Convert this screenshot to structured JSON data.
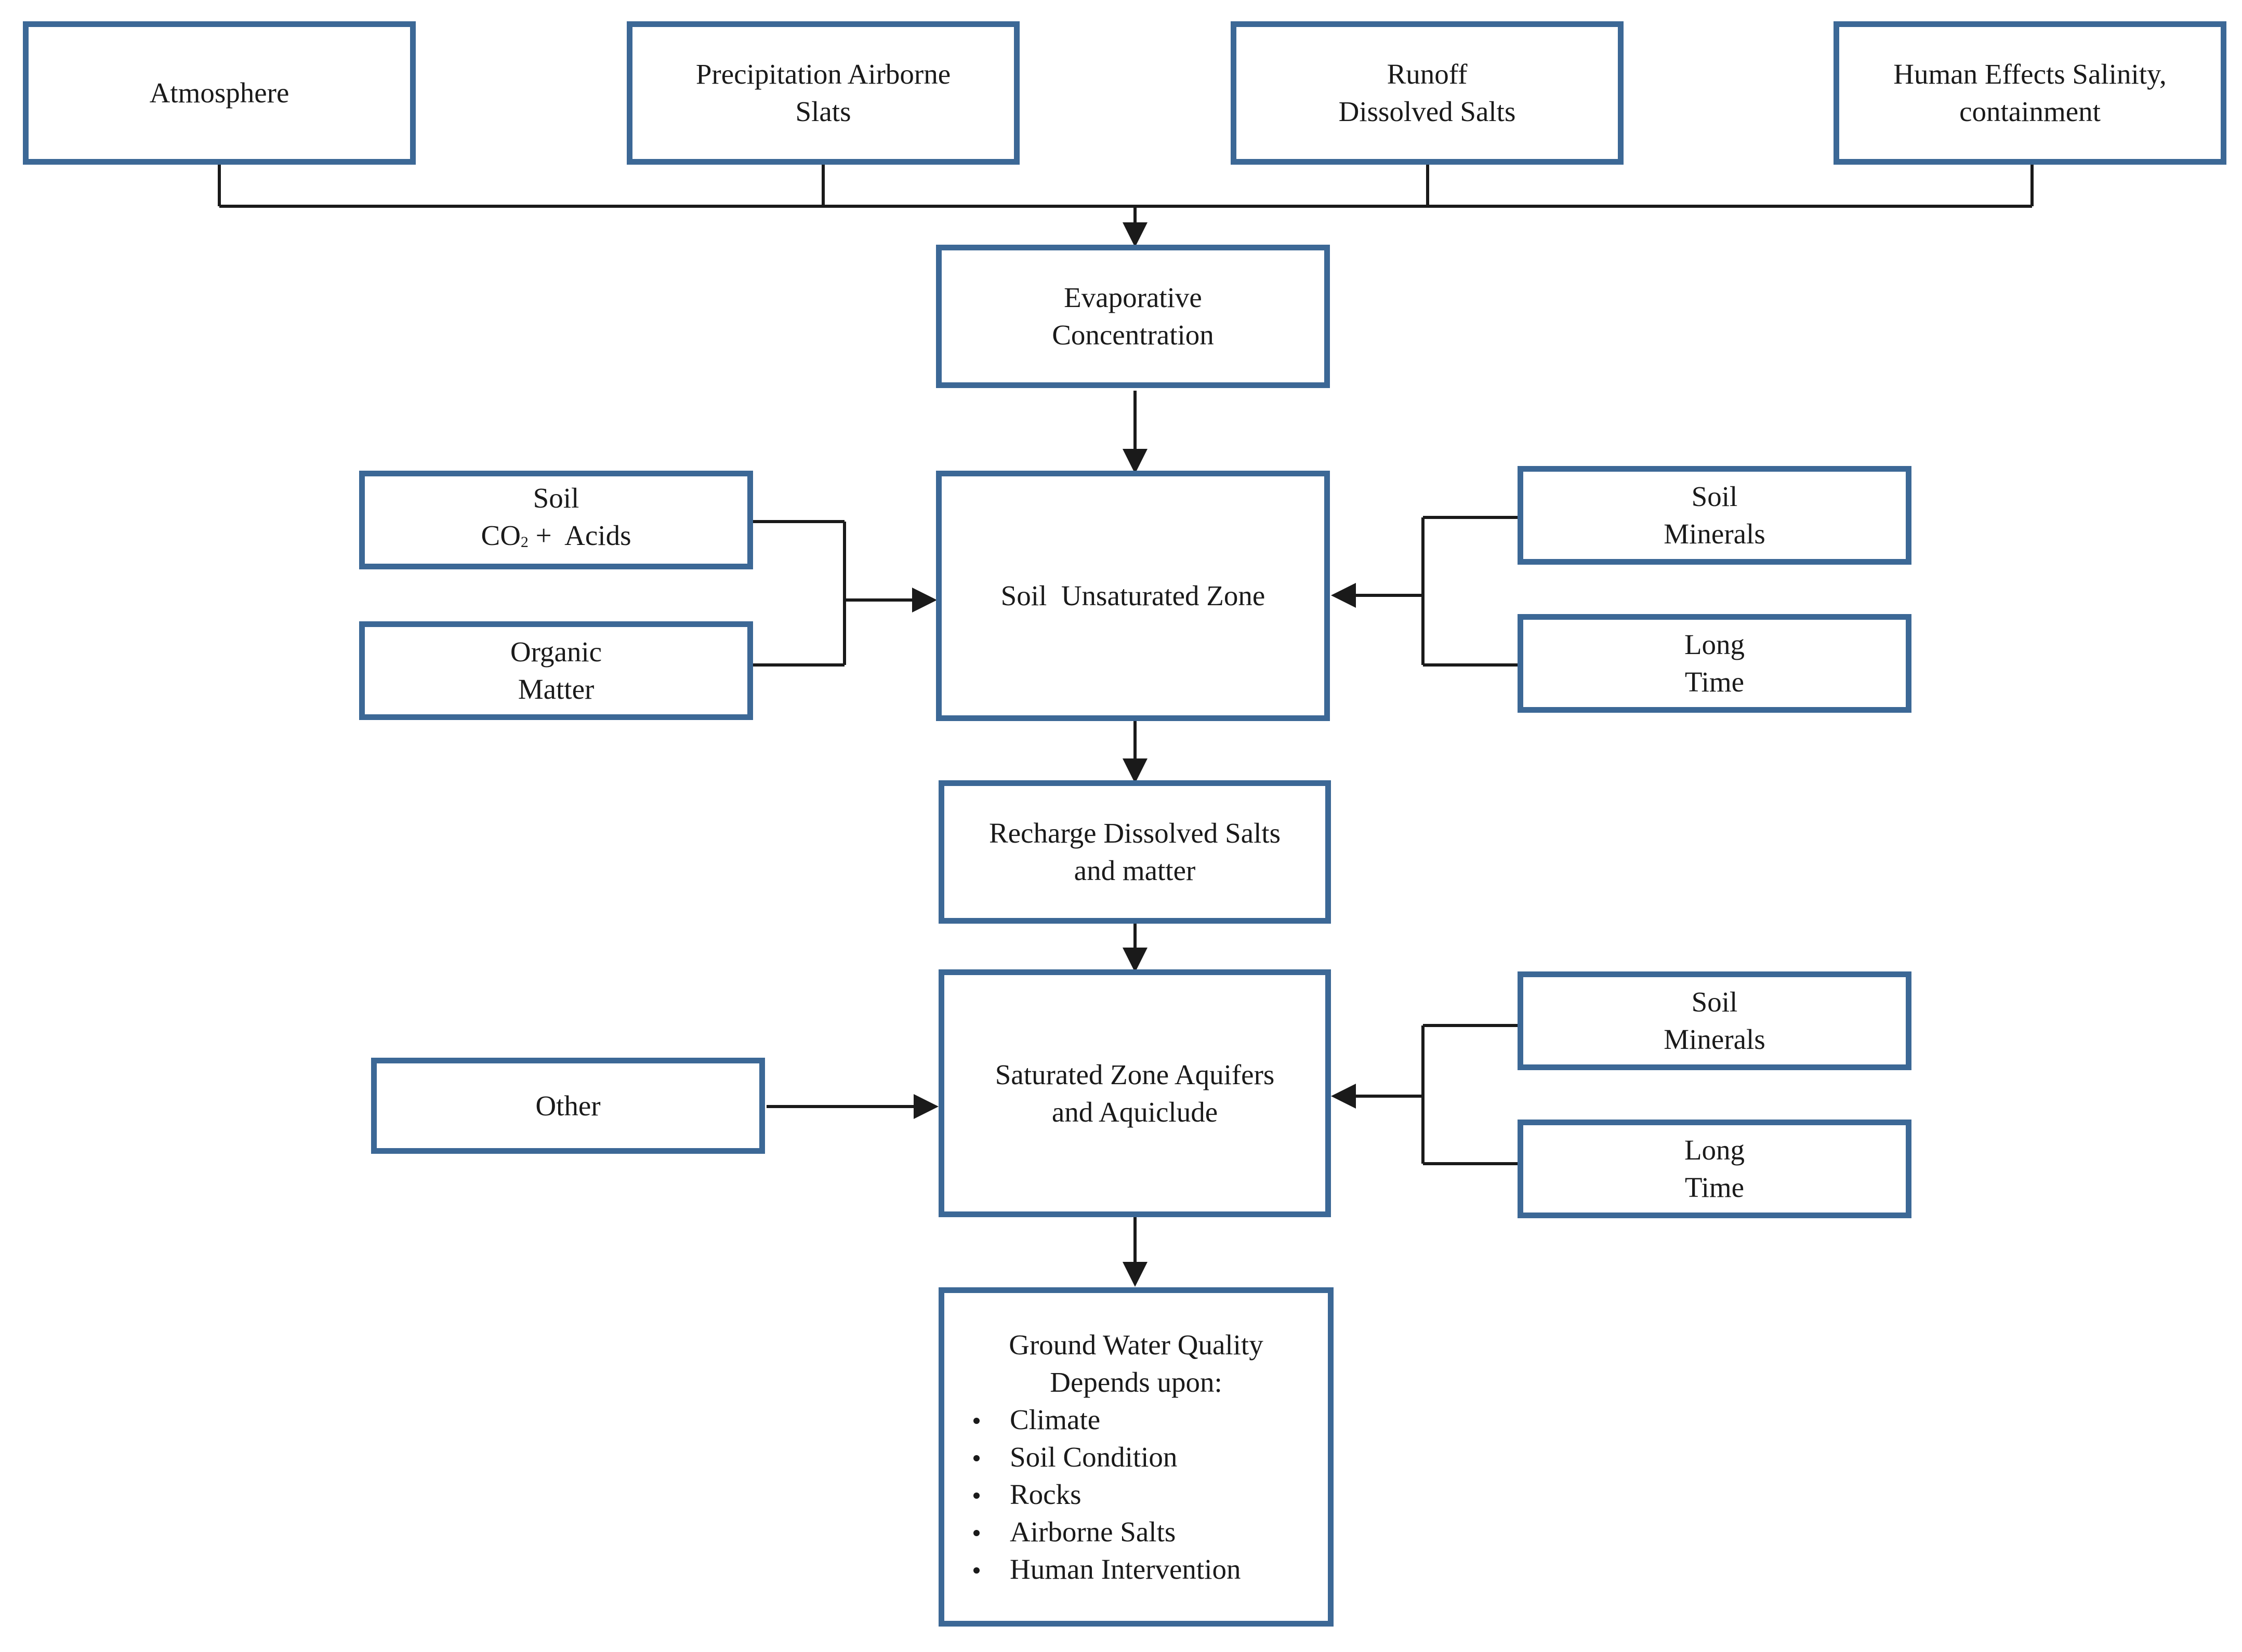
{
  "boxes": {
    "atmosphere": {
      "line1": "Atmosphere"
    },
    "precipitation": {
      "line1": "Precipitation Airborne",
      "line2": "Slats"
    },
    "runoff": {
      "line1": "Runoff",
      "line2": "Dissolved Salts"
    },
    "human_effects": {
      "line1": "Human Effects Salinity,",
      "line2": "containment"
    },
    "evaporative": {
      "line1": "Evaporative",
      "line2": "Concentration"
    },
    "soil_co2": {
      "line1": "Soil",
      "line2_pre": "CO",
      "line2_sub": "2",
      "line2_post": " +  Acids"
    },
    "organic_matter": {
      "line1": "Organic",
      "line2": "Matter"
    },
    "soil_unsaturated": {
      "line1": "Soil  Unsaturated Zone"
    },
    "soil_minerals_1": {
      "line1": "Soil",
      "line2": "Minerals"
    },
    "long_time_1": {
      "line1": "Long",
      "line2": "Time"
    },
    "recharge": {
      "line1": "Recharge Dissolved Salts",
      "line2": "and matter"
    },
    "other": {
      "line1": "Other"
    },
    "saturated": {
      "line1": "Saturated Zone Aquifers",
      "line2": "and Aquiclude"
    },
    "soil_minerals_2": {
      "line1": "Soil",
      "line2": "Minerals"
    },
    "long_time_2": {
      "line1": "Long",
      "line2": "Time"
    },
    "groundwater": {
      "line1": "Ground Water Quality",
      "line2": "Depends upon:",
      "items": [
        "Climate",
        "Soil Condition",
        "Rocks",
        "Airborne Salts",
        "Human Intervention"
      ]
    }
  },
  "colors": {
    "box_border": "#3c6896",
    "connector": "#1a1a1a",
    "text": "#1a1a1a"
  }
}
